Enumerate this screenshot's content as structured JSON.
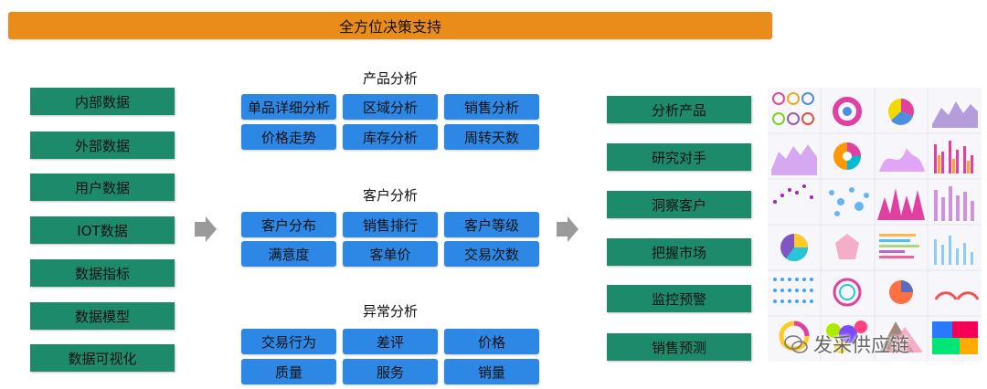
{
  "banner": {
    "title": "全方位决策支持"
  },
  "data_sources": [
    "内部数据",
    "外部数据",
    "用户数据",
    "IOT数据",
    "数据指标",
    "数据模型",
    "数据可视化"
  ],
  "sections": [
    {
      "title": "产品分析",
      "items": [
        "单品详细分析",
        "区域分析",
        "销售分析",
        "价格走势",
        "库存分析",
        "周转天数"
      ]
    },
    {
      "title": "客户分析",
      "items": [
        "客户分布",
        "销售排行",
        "客户等级",
        "满意度",
        "客单价",
        "交易次数"
      ]
    },
    {
      "title": "异常分析",
      "items": [
        "交易行为",
        "差评",
        "价格",
        "质量",
        "服务",
        "销量"
      ]
    }
  ],
  "outputs": [
    "分析产品",
    "研究对手",
    "洞察客户",
    "把握市场",
    "监控预警",
    "销售预测"
  ],
  "watermark": {
    "text": "发采供应链"
  },
  "colors": {
    "banner": "#e98c1a",
    "green": "#1e8a6c",
    "blue": "#2d87e4",
    "arrow": "#9a9a9a"
  }
}
